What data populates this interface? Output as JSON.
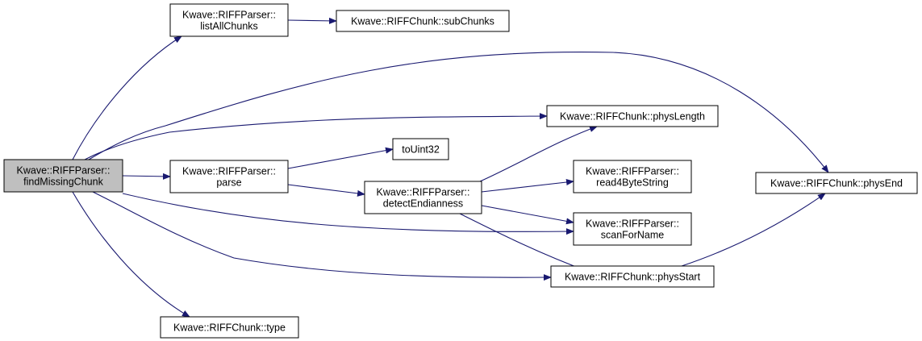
{
  "colors": {
    "edge": "#191970",
    "node_fill": "#ffffff",
    "root_fill": "#bfbfbf",
    "node_border": "#000000"
  },
  "nodes": {
    "findMissingChunk": {
      "lines": [
        "Kwave::RIFFParser::",
        "findMissingChunk"
      ],
      "root": true
    },
    "listAllChunks": {
      "lines": [
        "Kwave::RIFFParser::",
        "listAllChunks"
      ]
    },
    "subChunks": {
      "lines": [
        "Kwave::RIFFChunk::subChunks"
      ]
    },
    "physLength": {
      "lines": [
        "Kwave::RIFFChunk::physLength"
      ]
    },
    "toUint32": {
      "lines": [
        "toUint32"
      ]
    },
    "parse": {
      "lines": [
        "Kwave::RIFFParser::",
        "parse"
      ]
    },
    "detectEndianness": {
      "lines": [
        "Kwave::RIFFParser::",
        "detectEndianness"
      ]
    },
    "read4ByteString": {
      "lines": [
        "Kwave::RIFFParser::",
        "read4ByteString"
      ]
    },
    "physEnd": {
      "lines": [
        "Kwave::RIFFChunk::physEnd"
      ]
    },
    "scanForName": {
      "lines": [
        "Kwave::RIFFParser::",
        "scanForName"
      ]
    },
    "physStart": {
      "lines": [
        "Kwave::RIFFChunk::physStart"
      ]
    },
    "type": {
      "lines": [
        "Kwave::RIFFChunk::type"
      ]
    }
  },
  "edges": [
    {
      "from": "findMissingChunk",
      "to": "listAllChunks"
    },
    {
      "from": "listAllChunks",
      "to": "subChunks"
    },
    {
      "from": "findMissingChunk",
      "to": "physEnd"
    },
    {
      "from": "findMissingChunk",
      "to": "physLength"
    },
    {
      "from": "findMissingChunk",
      "to": "parse"
    },
    {
      "from": "parse",
      "to": "toUint32"
    },
    {
      "from": "parse",
      "to": "detectEndianness"
    },
    {
      "from": "detectEndianness",
      "to": "physLength"
    },
    {
      "from": "detectEndianness",
      "to": "read4ByteString"
    },
    {
      "from": "detectEndianness",
      "to": "scanForName"
    },
    {
      "from": "detectEndianness",
      "to": "physStart"
    },
    {
      "from": "findMissingChunk",
      "to": "scanForName"
    },
    {
      "from": "findMissingChunk",
      "to": "physStart"
    },
    {
      "from": "physStart",
      "to": "physEnd"
    },
    {
      "from": "findMissingChunk",
      "to": "type"
    }
  ]
}
